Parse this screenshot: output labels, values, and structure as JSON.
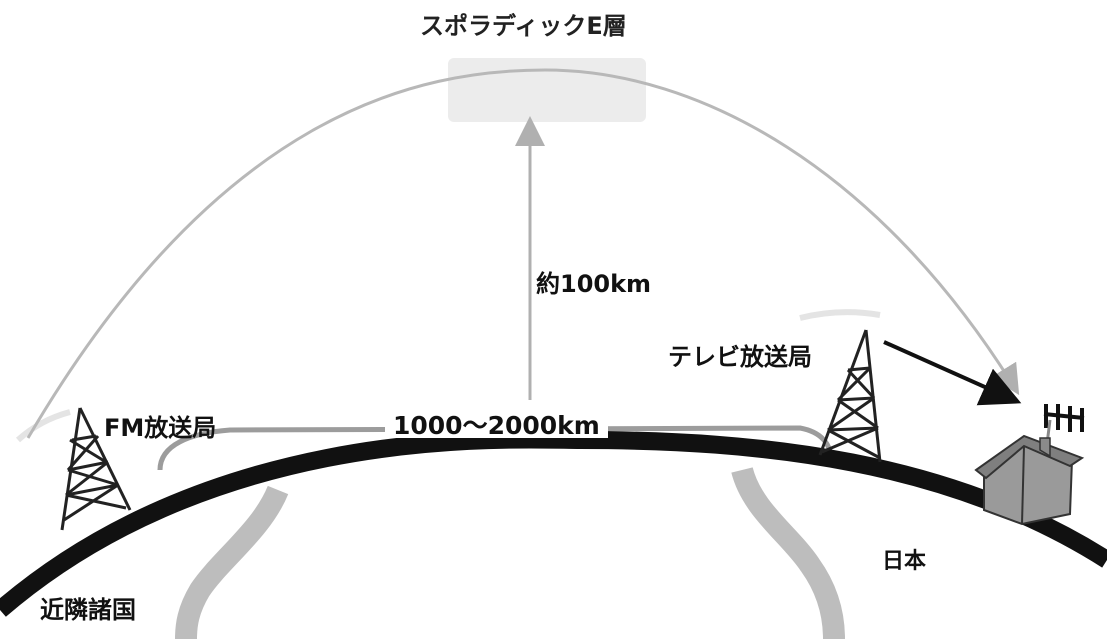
{
  "labels": {
    "sporadic_e_layer": "スポラディックE層",
    "altitude": "約100km",
    "tv_station": "テレビ放送局",
    "fm_station": "FM放送局",
    "distance": "1000～2000km",
    "japan": "日本",
    "neighboring_countries": "近隣諸国"
  },
  "colors": {
    "earth": "#111111",
    "path": "#b8b8b8",
    "land": "#bdbdbd",
    "layer_band": "#ececec",
    "house": "#9a9a9a",
    "interference_arrow": "#111111"
  },
  "icons": {
    "fm_tower": "radio-tower-icon",
    "tv_tower": "radio-tower-icon",
    "house": "house-icon",
    "antenna": "tv-antenna-icon"
  }
}
